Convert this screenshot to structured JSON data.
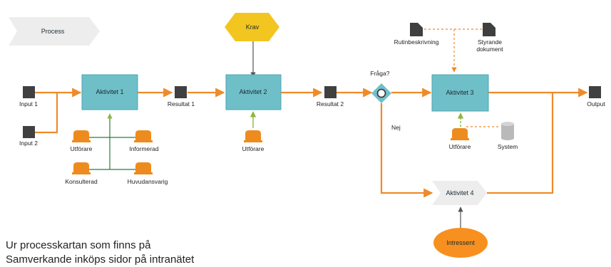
{
  "process": {
    "title": "Process",
    "requirement": "Krav",
    "activities": [
      "Aktivitet 1",
      "Aktivitet 2",
      "Aktivitet 3",
      "Aktivitet 4"
    ],
    "inputs": [
      "Input 1",
      "Input 2"
    ],
    "results": [
      "Resultat 1",
      "Resultat 2"
    ],
    "output": "Output",
    "decision": {
      "question": "Fråga?",
      "no": "Nej"
    },
    "roles": {
      "a1_performer": "Utförare",
      "a1_informed": "Informerad",
      "a1_consulted": "Konsulterad",
      "a1_owner": "Huvudansvarig",
      "a2_performer": "Utförare",
      "a3_performer": "Utförare"
    },
    "documents": {
      "routine": "Rutinbeskrivning",
      "governing_line1": "Styrande",
      "governing_line2": "dokument"
    },
    "system": "System",
    "stakeholder": "Intressent"
  },
  "caption": "Ur processkartan som finns på Samverkande inköps sidor på intranätet",
  "colors": {
    "flow": "#ef8a2a",
    "activity_fill": "#6fbfc9",
    "activity_stroke": "#4ba7b3",
    "square": "#404040",
    "actor": "#ee8b1e",
    "requirement": "#f3c520",
    "stakeholder": "#f7901e",
    "document": "#3f3f3f",
    "process_shape": "#ededed",
    "support_arrow": "#8cb83a",
    "system": "#b9b9b9"
  }
}
